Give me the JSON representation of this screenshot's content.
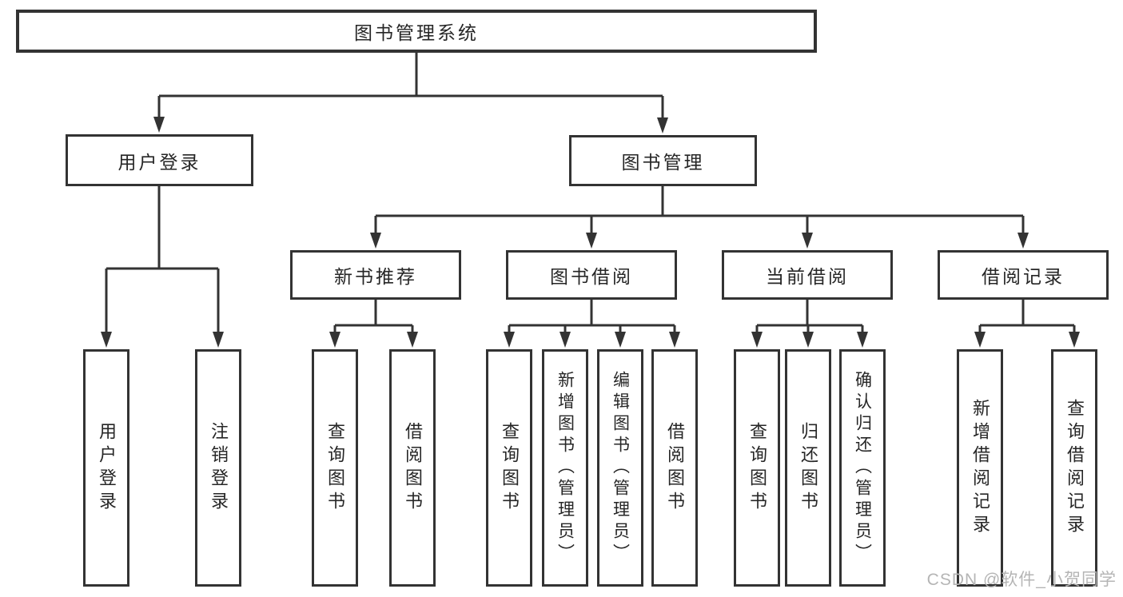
{
  "tree": {
    "label": "图书管理系统",
    "children": [
      {
        "label": "用户登录",
        "children": [
          {
            "label": "用户登录"
          },
          {
            "label": "注销登录"
          }
        ]
      },
      {
        "label": "图书管理",
        "children": [
          {
            "label": "新书推荐",
            "children": [
              {
                "label": "查询图书"
              },
              {
                "label": "借阅图书"
              }
            ]
          },
          {
            "label": "图书借阅",
            "children": [
              {
                "label": "查询图书"
              },
              {
                "label": "新增图书（管理员）"
              },
              {
                "label": "编辑图书（管理员）"
              },
              {
                "label": "借阅图书"
              }
            ]
          },
          {
            "label": "当前借阅",
            "children": [
              {
                "label": "查询图书"
              },
              {
                "label": "归还图书"
              },
              {
                "label": "确认归还（管理员）"
              }
            ]
          },
          {
            "label": "借阅记录",
            "children": [
              {
                "label": "新增借阅记录"
              },
              {
                "label": "查询借阅记录"
              }
            ]
          }
        ]
      }
    ]
  },
  "watermark": "CSDN @软件_小贺同学",
  "colors": {
    "line": "#333333",
    "text": "#262626",
    "watermark": "#b5b5b5",
    "background": "#ffffff"
  }
}
